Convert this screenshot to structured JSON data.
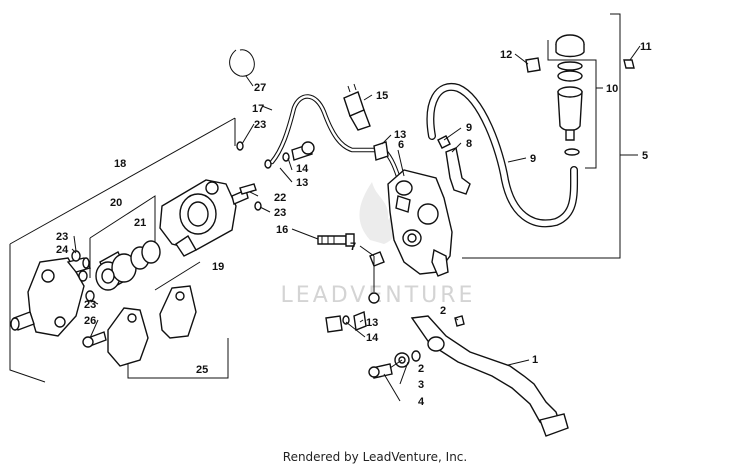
{
  "watermark": "LEADVENTURE",
  "footer": "Rendered by LeadVenture, Inc.",
  "callouts": [
    {
      "id": "c1",
      "text": "1"
    },
    {
      "id": "c2a",
      "text": "2"
    },
    {
      "id": "c2b",
      "text": "2"
    },
    {
      "id": "c3",
      "text": "3"
    },
    {
      "id": "c4",
      "text": "4"
    },
    {
      "id": "c5",
      "text": "5"
    },
    {
      "id": "c6",
      "text": "6"
    },
    {
      "id": "c7",
      "text": "7"
    },
    {
      "id": "c8",
      "text": "8"
    },
    {
      "id": "c9a",
      "text": "9"
    },
    {
      "id": "c9b",
      "text": "9"
    },
    {
      "id": "c10",
      "text": "10"
    },
    {
      "id": "c11",
      "text": "11"
    },
    {
      "id": "c12",
      "text": "12"
    },
    {
      "id": "c13a",
      "text": "13"
    },
    {
      "id": "c13b",
      "text": "13"
    },
    {
      "id": "c13c",
      "text": "13"
    },
    {
      "id": "c14a",
      "text": "14"
    },
    {
      "id": "c14b",
      "text": "14"
    },
    {
      "id": "c15",
      "text": "15"
    },
    {
      "id": "c16",
      "text": "16"
    },
    {
      "id": "c17",
      "text": "17"
    },
    {
      "id": "c18",
      "text": "18"
    },
    {
      "id": "c19",
      "text": "19"
    },
    {
      "id": "c20",
      "text": "20"
    },
    {
      "id": "c21",
      "text": "21"
    },
    {
      "id": "c22",
      "text": "22"
    },
    {
      "id": "c23a",
      "text": "23"
    },
    {
      "id": "c23b",
      "text": "23"
    },
    {
      "id": "c23c",
      "text": "23"
    },
    {
      "id": "c23d",
      "text": "23"
    },
    {
      "id": "c24",
      "text": "24"
    },
    {
      "id": "c25",
      "text": "25"
    },
    {
      "id": "c26",
      "text": "26"
    },
    {
      "id": "c27",
      "text": "27"
    }
  ]
}
